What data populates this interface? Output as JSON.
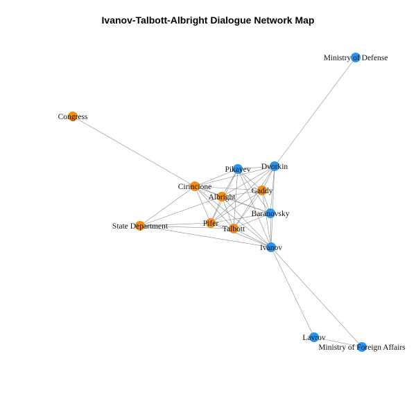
{
  "title": "Ivanov-Talbott-Albright Dialogue Network Map",
  "colors": {
    "orange": "#f28c16",
    "blue": "#2a93ec",
    "edge": "#8a8a8a",
    "label": "#111111"
  },
  "nodes": [
    {
      "id": "ministry-of-defense",
      "label": "Ministry of Defense",
      "group": "blue"
    },
    {
      "id": "congress",
      "label": "Congress",
      "group": "orange"
    },
    {
      "id": "dvorkin",
      "label": "Dvorkin",
      "group": "blue"
    },
    {
      "id": "pikayev",
      "label": "Pikayev",
      "group": "blue"
    },
    {
      "id": "cirincione",
      "label": "Cirincione",
      "group": "orange"
    },
    {
      "id": "gaddy",
      "label": "Gaddy",
      "group": "orange"
    },
    {
      "id": "albright",
      "label": "Albright",
      "group": "orange"
    },
    {
      "id": "baranovsky",
      "label": "Baranovsky",
      "group": "blue"
    },
    {
      "id": "state-department",
      "label": "State Department",
      "group": "orange"
    },
    {
      "id": "pifer",
      "label": "Pifer",
      "group": "orange"
    },
    {
      "id": "talbott",
      "label": "Talbott",
      "group": "orange"
    },
    {
      "id": "ivanov",
      "label": "Ivanov",
      "group": "blue"
    },
    {
      "id": "lavrov",
      "label": "Lavrov",
      "group": "blue"
    },
    {
      "id": "ministry-of-foreign-affairs",
      "label": "Ministry of Foreign Affairs",
      "group": "blue"
    }
  ],
  "edges": [
    [
      "ministry-of-defense",
      "dvorkin"
    ],
    [
      "congress",
      "cirincione"
    ],
    [
      "ivanov",
      "lavrov"
    ],
    [
      "ivanov",
      "ministry-of-foreign-affairs"
    ],
    [
      "lavrov",
      "ministry-of-foreign-affairs"
    ],
    [
      "cirincione",
      "state-department"
    ],
    [
      "state-department",
      "pifer"
    ],
    [
      "state-department",
      "talbott"
    ],
    [
      "state-department",
      "albright"
    ],
    [
      "state-department",
      "ivanov"
    ],
    [
      "pikayev",
      "dvorkin"
    ],
    [
      "pikayev",
      "cirincione"
    ],
    [
      "pikayev",
      "albright"
    ],
    [
      "pikayev",
      "gaddy"
    ],
    [
      "pikayev",
      "baranovsky"
    ],
    [
      "pikayev",
      "pifer"
    ],
    [
      "pikayev",
      "talbott"
    ],
    [
      "pikayev",
      "ivanov"
    ],
    [
      "dvorkin",
      "cirincione"
    ],
    [
      "dvorkin",
      "albright"
    ],
    [
      "dvorkin",
      "gaddy"
    ],
    [
      "dvorkin",
      "baranovsky"
    ],
    [
      "dvorkin",
      "pifer"
    ],
    [
      "dvorkin",
      "talbott"
    ],
    [
      "dvorkin",
      "ivanov"
    ],
    [
      "cirincione",
      "albright"
    ],
    [
      "cirincione",
      "gaddy"
    ],
    [
      "cirincione",
      "baranovsky"
    ],
    [
      "cirincione",
      "pifer"
    ],
    [
      "cirincione",
      "talbott"
    ],
    [
      "cirincione",
      "ivanov"
    ],
    [
      "albright",
      "gaddy"
    ],
    [
      "albright",
      "baranovsky"
    ],
    [
      "albright",
      "pifer"
    ],
    [
      "albright",
      "talbott"
    ],
    [
      "albright",
      "ivanov"
    ],
    [
      "gaddy",
      "baranovsky"
    ],
    [
      "gaddy",
      "pifer"
    ],
    [
      "gaddy",
      "talbott"
    ],
    [
      "gaddy",
      "ivanov"
    ],
    [
      "baranovsky",
      "pifer"
    ],
    [
      "baranovsky",
      "talbott"
    ],
    [
      "baranovsky",
      "ivanov"
    ],
    [
      "pifer",
      "talbott"
    ],
    [
      "pifer",
      "ivanov"
    ],
    [
      "talbott",
      "ivanov"
    ]
  ]
}
